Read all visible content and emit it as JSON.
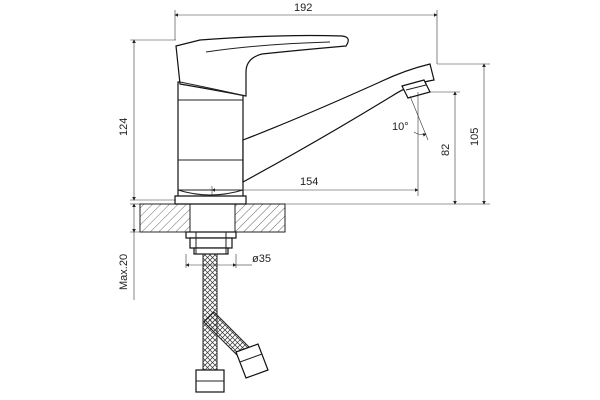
{
  "dimensions": {
    "width_total": "192",
    "height_total": "124",
    "spout_reach": "154",
    "height_outlet": "105",
    "height_under_spout": "82",
    "angle": "10°",
    "diameter": "ø35",
    "max_thickness": "Max.20"
  },
  "colors": {
    "line": "#222222",
    "hatch": "#444444",
    "background": "#ffffff"
  }
}
